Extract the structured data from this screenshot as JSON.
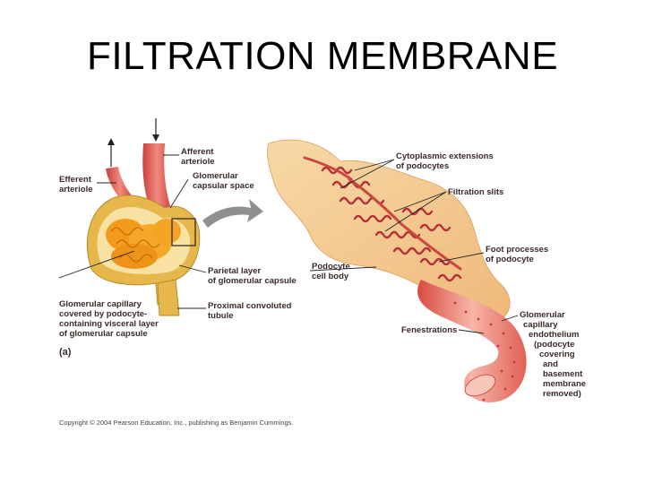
{
  "title": "FILTRATION MEMBRANE",
  "labels": {
    "efferent_arteriole": [
      "Efferent",
      "arteriole"
    ],
    "afferent_arteriole": [
      "Afferent",
      "arteriole"
    ],
    "glomerular_capsular_space": [
      "Glomerular",
      "capsular space"
    ],
    "parietal_layer": [
      "Parietal layer",
      "of glomerular capsule"
    ],
    "proximal_convoluted_tubule": [
      "Proximal convoluted",
      "tubule"
    ],
    "glomerular_capillary_covered": [
      "Glomerular capillary",
      "covered by podocyte-",
      "containing visceral layer",
      "of glomerular capsule"
    ],
    "panel_a": "(a)",
    "cytoplasmic_extensions": [
      "Cytoplasmic extensions",
      "of podocytes"
    ],
    "filtration_slits": "Filtration slits",
    "podocyte_cell_body": [
      "Podocyte",
      "cell body"
    ],
    "foot_processes": [
      "Foot processes",
      "of podocyte"
    ],
    "fenestrations": "Fenestrations",
    "glomerular_capillary_endothelium": [
      "Glomerular",
      "capillary",
      "endothelium",
      "(podocyte",
      "covering",
      "and",
      "basement",
      "membrane",
      "removed)"
    ]
  },
  "copyright": "Copyright © 2004 Pearson Education, Inc., publishing as Benjamin Cummings.",
  "colors": {
    "vessel": "#e8635a",
    "vessel_light": "#f4a49a",
    "capsule": "#e8b84a",
    "capsule_light": "#f6dc8e",
    "glomerulus": "#f0a020",
    "podocyte": "#f2c27a",
    "foot_process": "#b8323a",
    "arrow_gray": "#8a8a8a"
  }
}
